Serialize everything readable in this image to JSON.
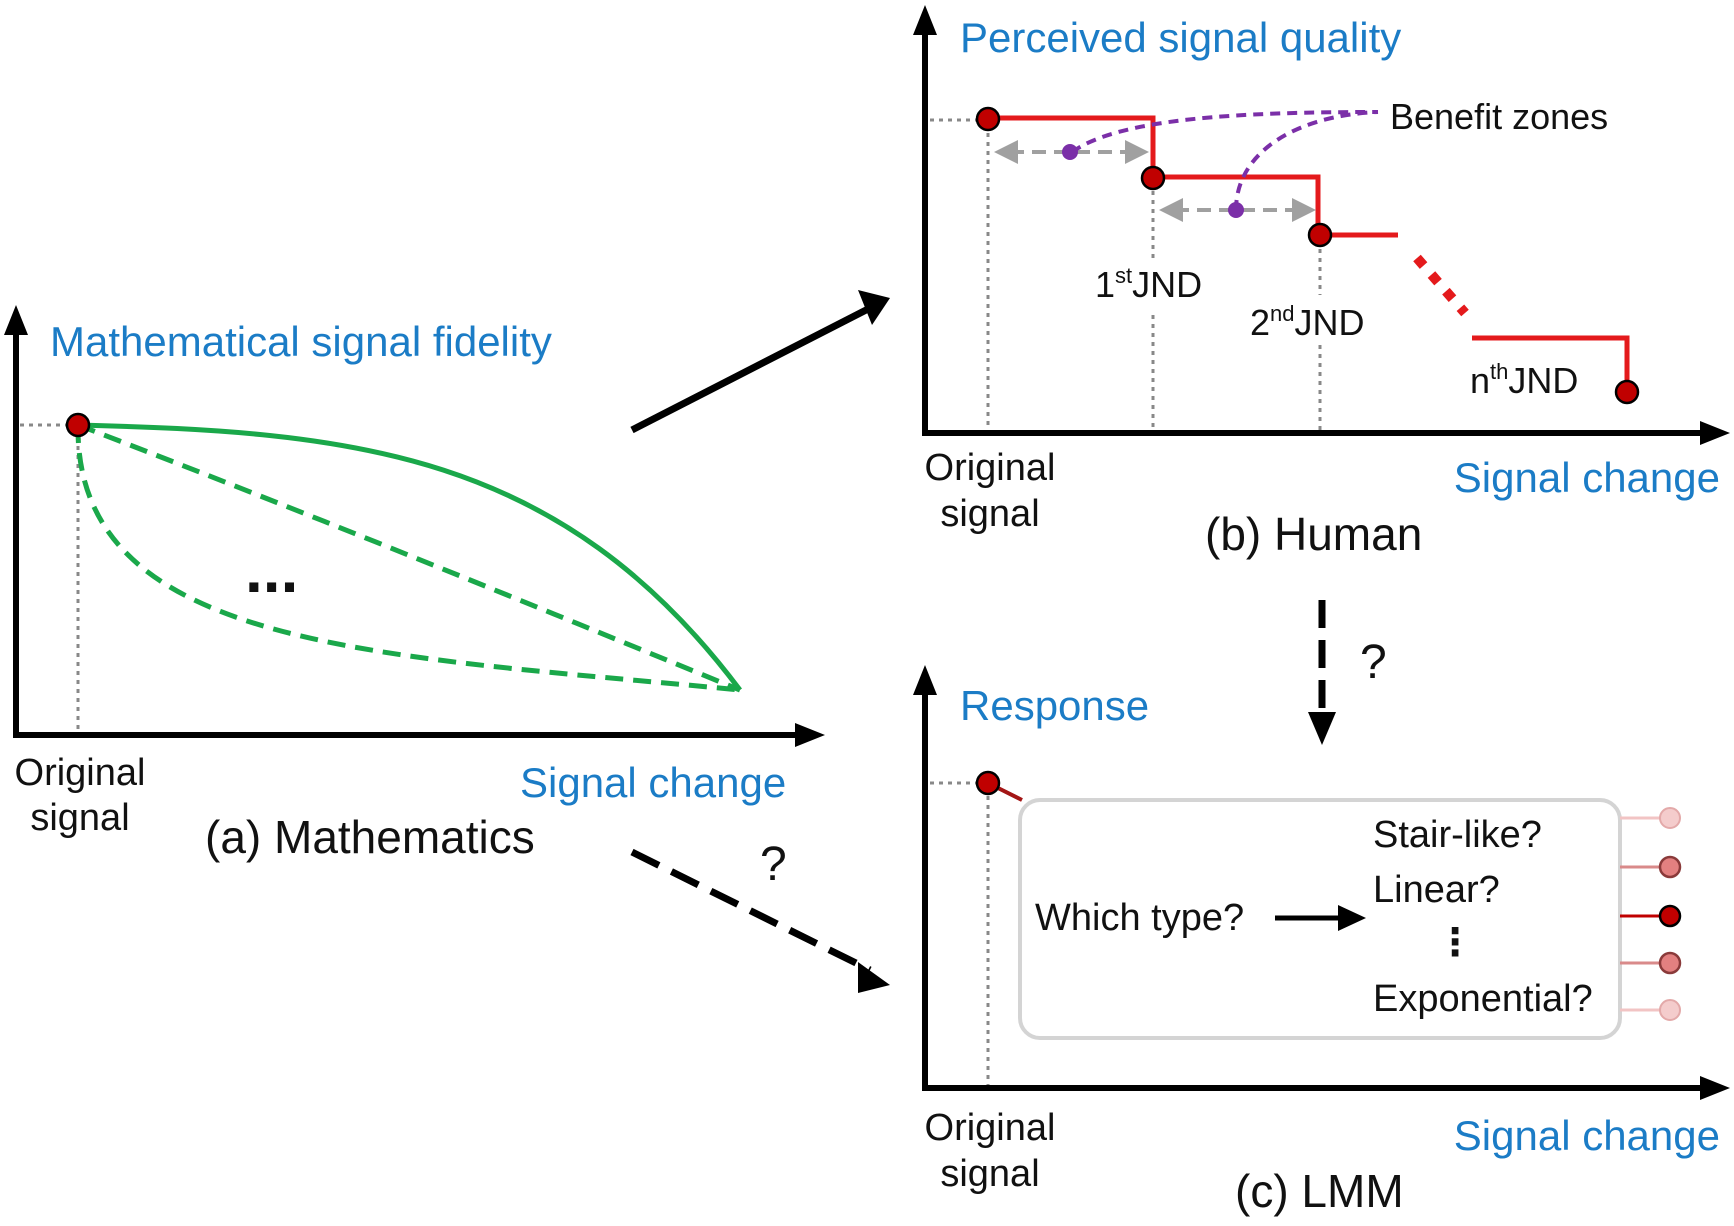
{
  "panel_a": {
    "y_label": "Mathematical signal fidelity",
    "x_label": "Signal change",
    "origin_label_line1": "Original",
    "origin_label_line2": "signal",
    "ellipsis": "...",
    "caption": "(a) Mathematics",
    "curve_color": "#1aa84a"
  },
  "panel_b": {
    "y_label": "Perceived signal quality",
    "x_label": "Signal change",
    "origin_label_line1": "Original",
    "origin_label_line2": "signal",
    "benefit_label": "Benefit zones",
    "jnd1_num": "1",
    "jnd1_sup": "st",
    "jnd1_txt": "JND",
    "jnd2_num": "2",
    "jnd2_sup": "nd",
    "jnd2_txt": "JND",
    "jndn_num": "n",
    "jndn_sup": "th",
    "jndn_txt": "JND",
    "caption": "(b) Human",
    "step_color": "#e41a1c",
    "benefit_color": "#7b2fa8"
  },
  "panel_c": {
    "y_label": "Response",
    "x_label": "Signal change",
    "origin_label_line1": "Original",
    "origin_label_line2": "signal",
    "question_prompt": "Which type?",
    "options": [
      "Stair-like?",
      "Linear?",
      "⋮",
      "Exponential?"
    ],
    "caption": "(c) LMM"
  },
  "connectors": {
    "question_mark_down": "?",
    "question_mark_diag": "?"
  },
  "colors": {
    "axis": "#000000",
    "point_fill": "#c00000",
    "blue_text": "#1b7cc6",
    "guide": "#888888",
    "arrow_grey": "#a0a0a0"
  }
}
